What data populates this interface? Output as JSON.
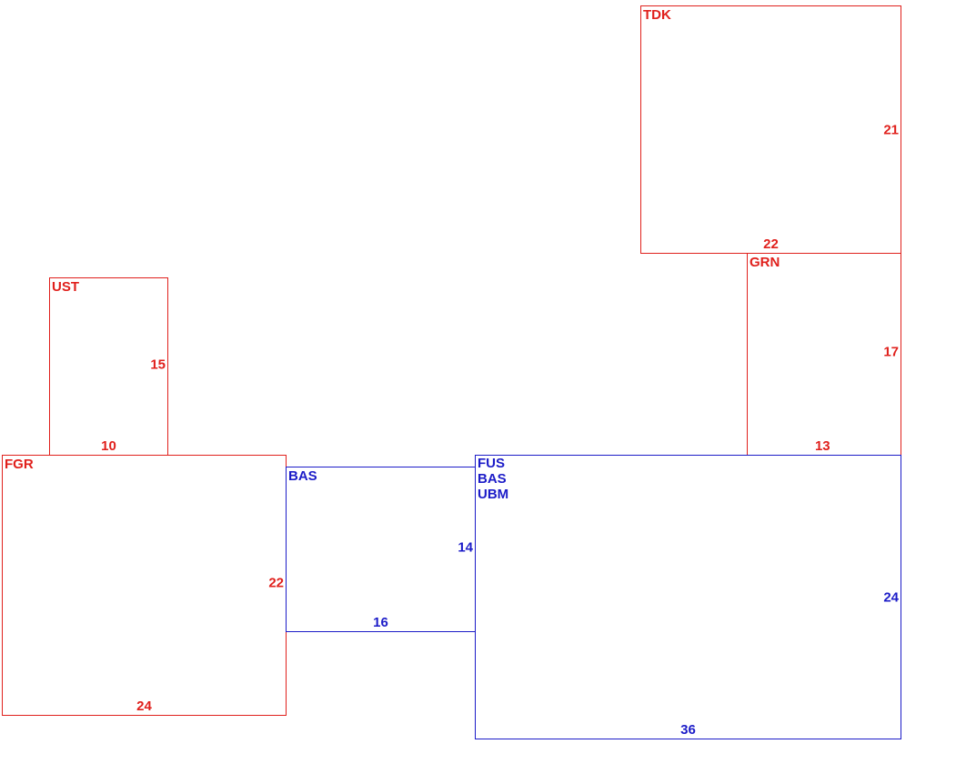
{
  "rooms": {
    "tdk": {
      "label": "TDK",
      "height": "21",
      "width": "22",
      "color": "#e0201c"
    },
    "grn": {
      "label": "GRN",
      "height": "17",
      "width": "13",
      "color": "#e0201c"
    },
    "ust": {
      "label": "UST",
      "height": "15",
      "width": "10",
      "color": "#e0201c"
    },
    "fgr": {
      "label": "FGR",
      "height": "22",
      "width": "24",
      "color": "#e0201c"
    },
    "bas": {
      "label": "BAS",
      "height": "14",
      "width": "16",
      "color": "#1c1cc8"
    },
    "fus": {
      "labels": [
        "FUS",
        "BAS",
        "UBM"
      ],
      "height": "24",
      "width": "36",
      "color": "#1c1cc8"
    }
  }
}
